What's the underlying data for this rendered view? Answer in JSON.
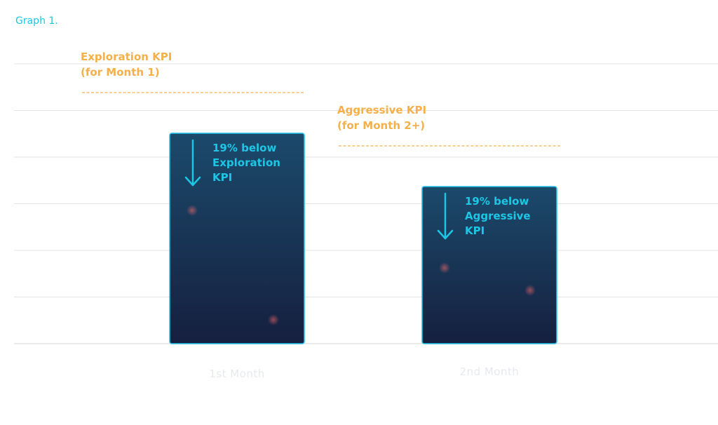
{
  "graph_label": "Graph 1.",
  "colors": {
    "accent": "#1ec6e6",
    "kpi": "#f5b04a",
    "bar_top": "#1b4a6b",
    "bar_bottom": "#161f3f",
    "bar_border": "#22c3ea",
    "grid": "#e2e3e6",
    "category": "#e6e9ee"
  },
  "chart_data": {
    "type": "bar",
    "categories": [
      "1st Month",
      "2nd Month"
    ],
    "values": [
      81,
      81
    ],
    "ylim": [
      0,
      100
    ],
    "kpi_lines": [
      {
        "lines": [
          "Exploration KPI",
          "(for Month 1)"
        ],
        "value": 100
      },
      {
        "lines": [
          "Aggressive KPI",
          "(for Month 2+)"
        ],
        "value": 100
      }
    ],
    "bar_annotations": [
      {
        "lines": [
          "19% below",
          "Exploration",
          "KPI"
        ]
      },
      {
        "lines": [
          "19% below",
          "Aggressive",
          "KPI"
        ]
      }
    ]
  }
}
